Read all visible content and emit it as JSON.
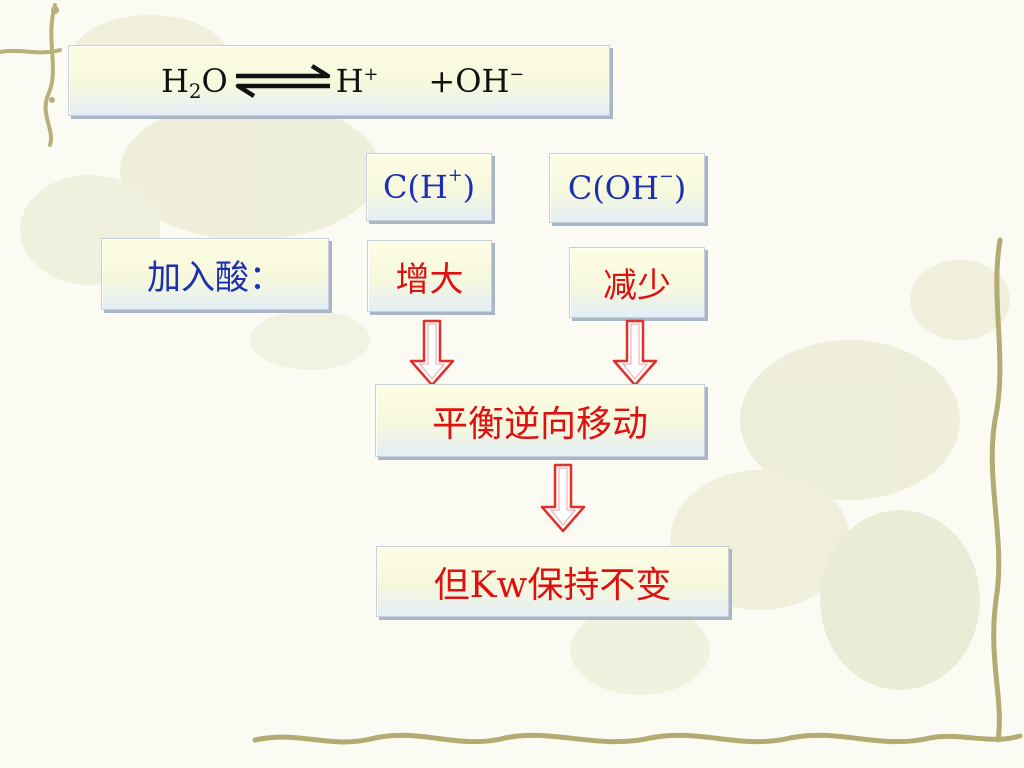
{
  "equation": {
    "reactant": "H",
    "reactant_sub": "2",
    "reactant_tail": "O",
    "product1": "H",
    "product1_charge": "+",
    "product2": "+OH",
    "product2_charge": "−"
  },
  "headers": {
    "h_plus": {
      "prefix": "C(H",
      "charge": "+",
      "suffix": ")"
    },
    "oh_minus": {
      "prefix": "C(OH",
      "charge": "−",
      "suffix": ")"
    }
  },
  "condition_label": "加入酸：",
  "h_change": "增大",
  "oh_change": "减少",
  "equilibrium_result": "平衡逆向移动",
  "kw_result": "但Kw保持不变",
  "colors": {
    "blue_text": "#1d2fb0",
    "red_text": "#e01010",
    "arrow_red": "#e0302c",
    "box_shadow": "#a9b6c6"
  }
}
